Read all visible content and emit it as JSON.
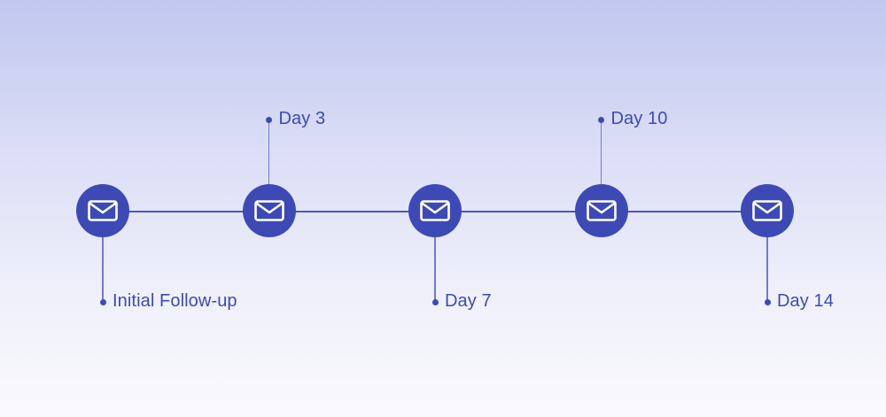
{
  "colors": {
    "accent": "#3d4ab6",
    "line": "#4a58c2",
    "connector": "#6f7bd0",
    "background_top": "#c1c7f0",
    "background_bottom": "#fafafd"
  },
  "milestones": [
    {
      "label": "Initial Follow-up",
      "icon": "envelope-icon",
      "label_position": "below"
    },
    {
      "label": "Day 3",
      "icon": "envelope-icon",
      "label_position": "above"
    },
    {
      "label": "Day 7",
      "icon": "envelope-icon",
      "label_position": "below"
    },
    {
      "label": "Day 10",
      "icon": "envelope-icon",
      "label_position": "above"
    },
    {
      "label": "Day 14",
      "icon": "envelope-icon",
      "label_position": "below"
    }
  ]
}
